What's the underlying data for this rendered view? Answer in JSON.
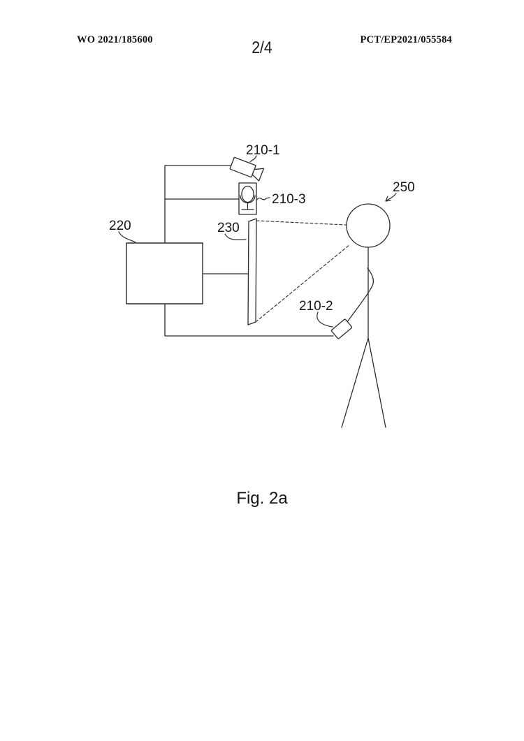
{
  "header": {
    "publication_number": "WO 2021/185600",
    "page_indicator": "2/4",
    "application_number": "PCT/EP2021/055584"
  },
  "figure": {
    "caption": "Fig. 2a",
    "labels": {
      "camera": "210-1",
      "handheld_device": "210-2",
      "microphone": "210-3",
      "computer": "220",
      "screen": "230",
      "user": "250"
    },
    "colors": {
      "ink": "#2b2b2b",
      "background": "#ffffff"
    }
  }
}
